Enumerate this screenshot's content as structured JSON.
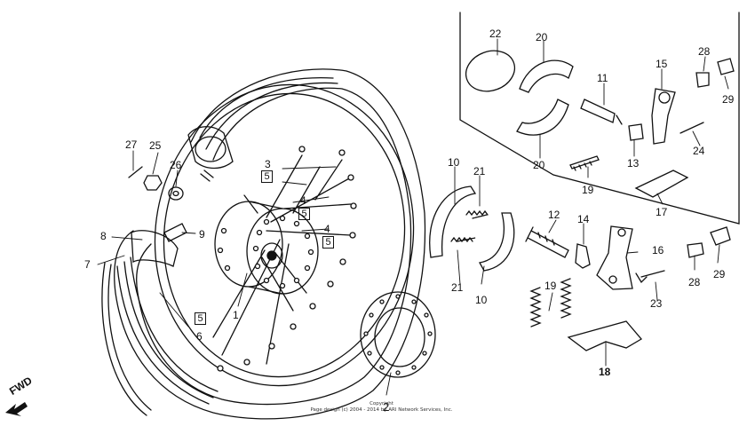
{
  "callouts": {
    "c1": "1",
    "c2": "2",
    "c3": "3",
    "c4a": "4",
    "c4b": "4",
    "c6": "6",
    "c7": "7",
    "c8": "8",
    "c9": "9",
    "c10a": "10",
    "c10b": "10",
    "c11": "11",
    "c12": "12",
    "c13": "13",
    "c14": "14",
    "c15": "15",
    "c16": "16",
    "c17": "17",
    "c18": "18",
    "c19a": "19",
    "c19b": "19",
    "c20a": "20",
    "c20b": "20",
    "c21a": "21",
    "c21b": "21",
    "c22": "22",
    "c23": "23",
    "c24": "24",
    "c25": "25",
    "c26": "26",
    "c27": "27",
    "c28a": "28",
    "c28b": "28",
    "c29a": "29",
    "c29b": "29"
  },
  "boxed_refs": {
    "b5a": "5",
    "b5b": "5",
    "b5c": "5",
    "b5d": "5"
  },
  "fwd_label": "FWD",
  "copyright_lines": [
    "Copyright",
    "Page design (c) 2004 - 2014 by ARI Network Services, Inc."
  ]
}
